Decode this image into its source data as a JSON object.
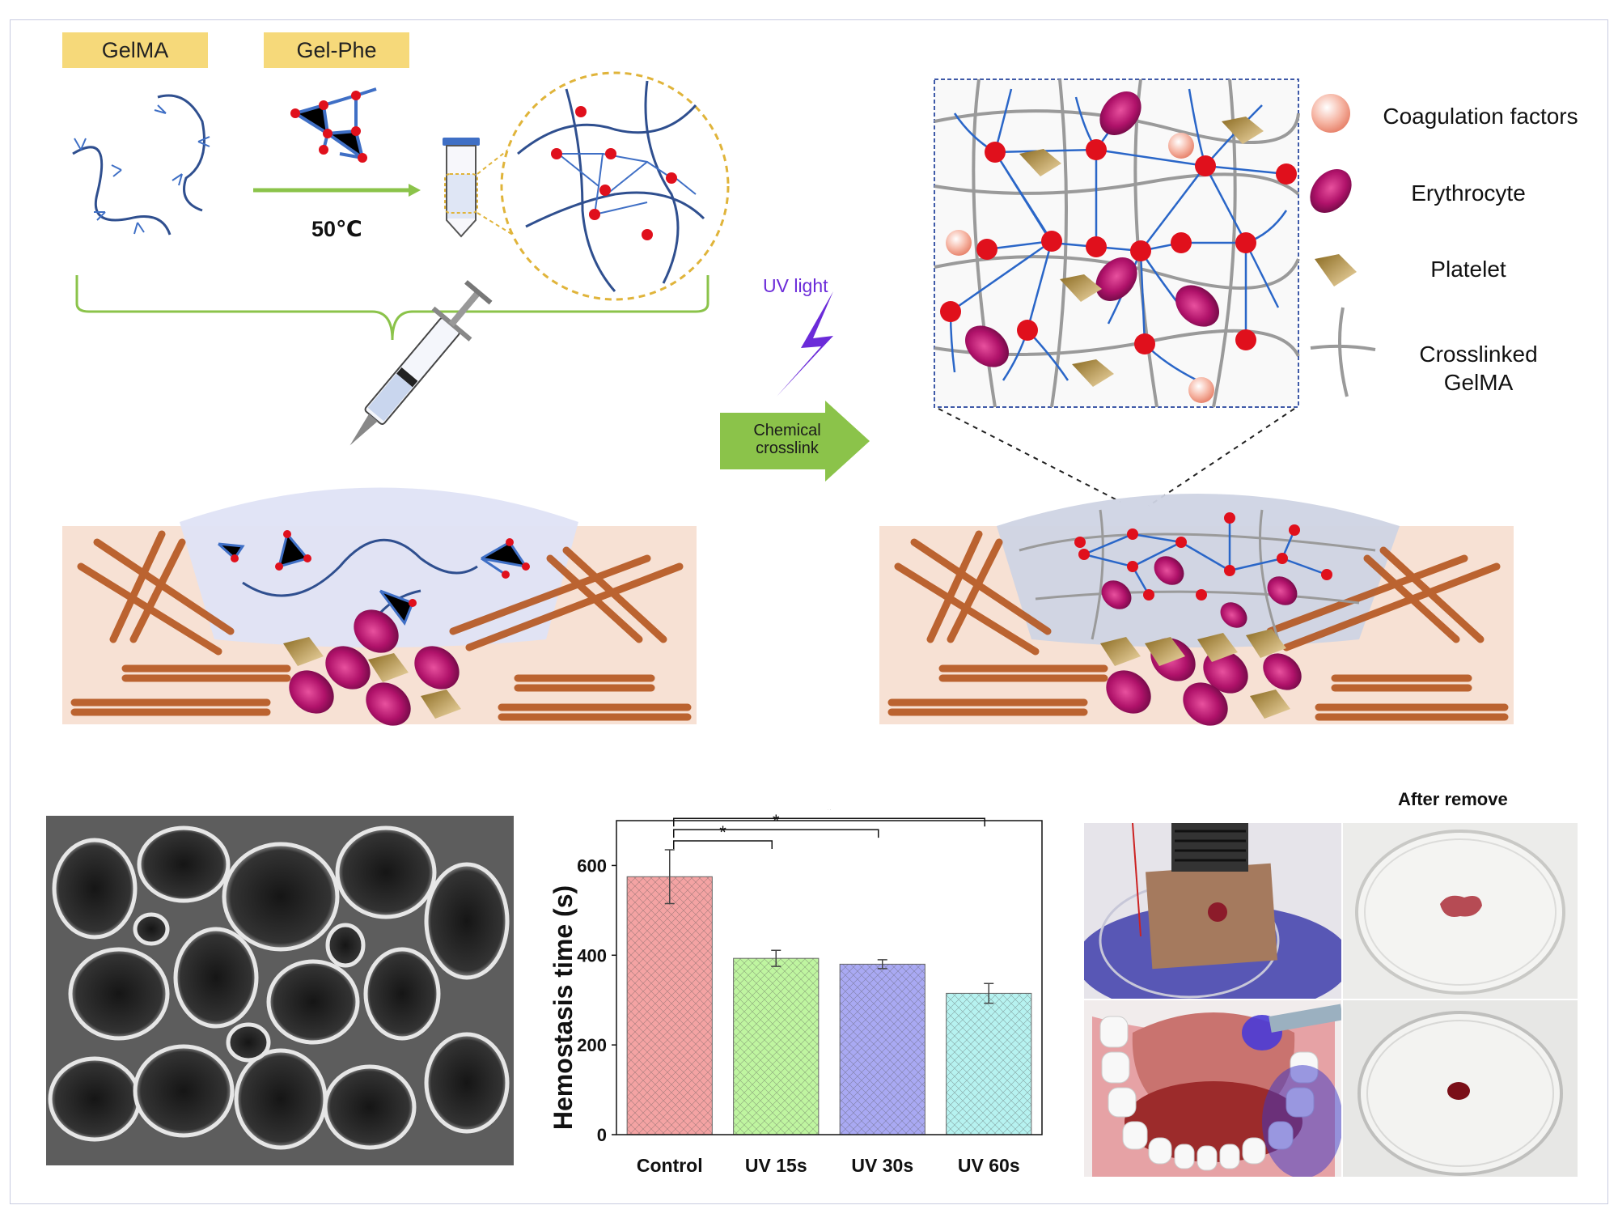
{
  "labels": {
    "gelma": "GelMA",
    "gelphe": "Gel-Phe",
    "temperature": "50℃",
    "uv_light": "UV light",
    "chemical_crosslink": "Chemical crosslink",
    "after_remove": "After remove"
  },
  "legend": [
    {
      "icon": "coagulation-factor-icon",
      "label": "Coagulation factors"
    },
    {
      "icon": "erythrocyte-icon",
      "label": "Erythrocyte"
    },
    {
      "icon": "platelet-icon",
      "label": "Platelet"
    },
    {
      "icon": "crosslinked-gelma-icon",
      "label": "Crosslinked GelMA"
    }
  ],
  "colors": {
    "tag_yellow": "#f6d97a",
    "chain_blue": "#2f4f8f",
    "node_red": "#e0101c",
    "erythrocyte": "#b0126a",
    "platelet": "#b58a3a",
    "tissue": "#f7e1d4",
    "fiber": "#b5561f",
    "arrow_green": "#8bc34a",
    "uv_purple": "#6b2bd9"
  },
  "chart_data": {
    "type": "bar",
    "categories": [
      "Control",
      "UV 15s",
      "UV 30s",
      "UV 60s"
    ],
    "values": [
      575,
      393,
      380,
      315
    ],
    "errors": [
      60,
      18,
      10,
      22
    ],
    "ylabel": "Hemostasis time (s)",
    "ylim": [
      0,
      700
    ],
    "yticks": [
      0,
      200,
      400,
      600
    ],
    "colors": [
      "#f4a3a3",
      "#bff5a0",
      "#a9a9f3",
      "#b6f2f0"
    ],
    "significance": [
      {
        "from": "Control",
        "to": "UV 15s",
        "label": "*"
      },
      {
        "from": "Control",
        "to": "UV 30s",
        "label": "*"
      },
      {
        "from": "Control",
        "to": "UV 60s",
        "label": "*"
      }
    ]
  }
}
